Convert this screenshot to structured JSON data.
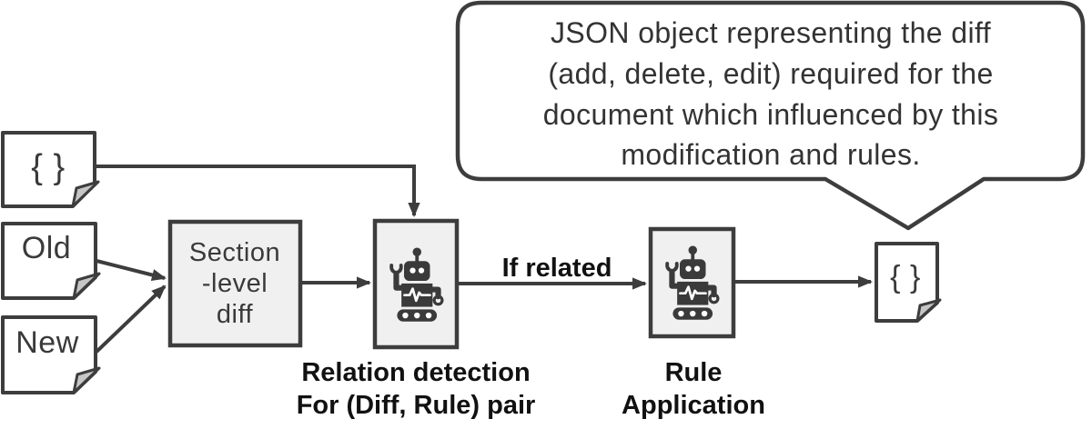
{
  "diagram": {
    "speech_bubble": {
      "lines": [
        "JSON object representing the diff",
        "(add, delete, edit) required for the",
        "document which influenced by this",
        "modification and rules."
      ]
    },
    "documents": {
      "json_input_label": "{ }",
      "old_label": "Old",
      "new_label": "New",
      "json_output_label": "{ }"
    },
    "section_diff_box": {
      "lines": [
        "Section",
        "-level",
        "diff"
      ]
    },
    "relation_detection": {
      "caption_line1": "Relation detection",
      "caption_line2": "For (Diff, Rule) pair"
    },
    "rule_application": {
      "caption_line1": "Rule",
      "caption_line2": "Application"
    },
    "edges": {
      "if_related_label": "If related"
    },
    "colors": {
      "line": "#3d3d3d",
      "box_fill": "#f0f0f0",
      "fold_fill": "#c6c6c6",
      "bubble_text": "#333333",
      "caption_text": "#111111"
    }
  }
}
